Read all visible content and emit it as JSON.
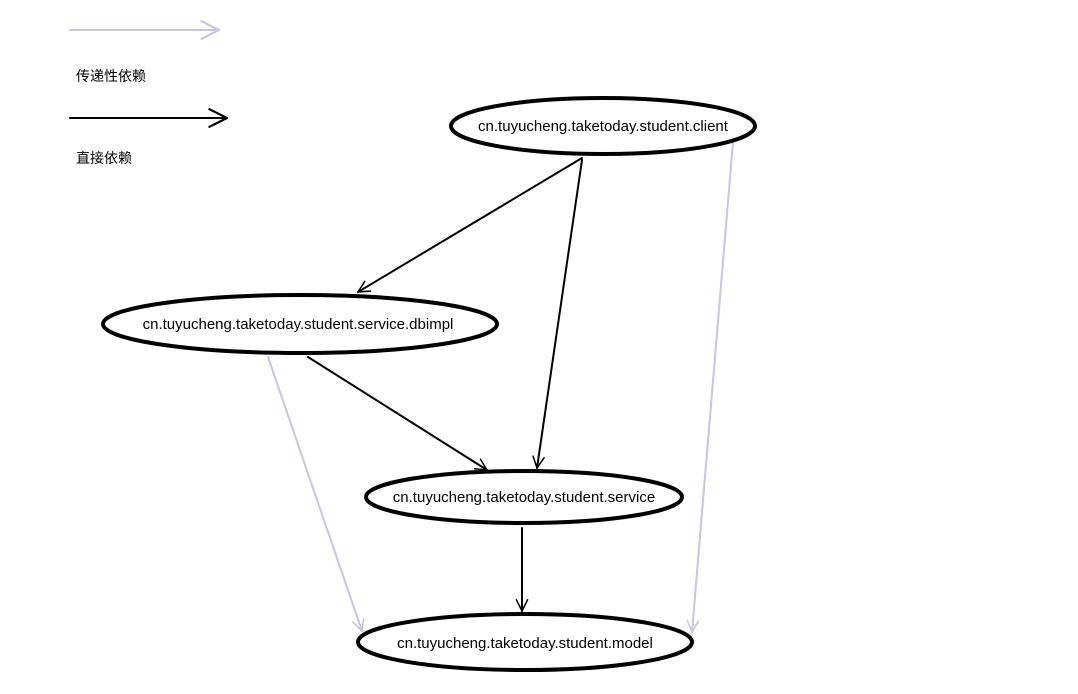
{
  "legend": {
    "transitive_label": "传递性依赖",
    "direct_label": "直接依赖"
  },
  "colors": {
    "direct": "#000000",
    "transitive": "#c7c4e8"
  },
  "nodes": {
    "client": "cn.tuyucheng.taketoday.student.client",
    "dbimpl": "cn.tuyucheng.taketoday.student.service.dbimpl",
    "service": "cn.tuyucheng.taketoday.student.service",
    "model": "cn.tuyucheng.taketoday.student.model"
  },
  "edges": [
    {
      "from": "client",
      "to": "dbimpl",
      "kind": "direct"
    },
    {
      "from": "client",
      "to": "service",
      "kind": "direct"
    },
    {
      "from": "dbimpl",
      "to": "service",
      "kind": "direct"
    },
    {
      "from": "service",
      "to": "model",
      "kind": "direct"
    },
    {
      "from": "dbimpl",
      "to": "model",
      "kind": "transitive"
    },
    {
      "from": "client",
      "to": "model",
      "kind": "transitive"
    }
  ]
}
